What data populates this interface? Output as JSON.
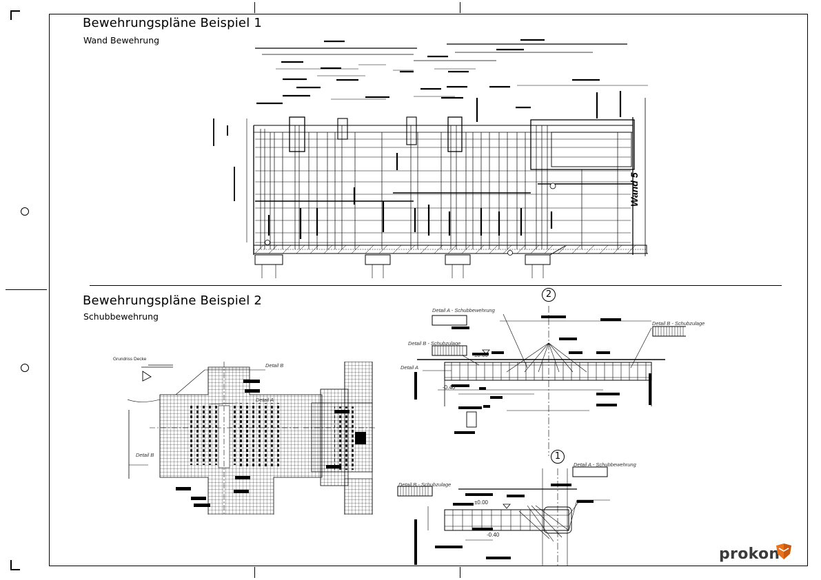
{
  "sheet": {
    "example1": {
      "title": "Bewehrungspläne Beispiel 1",
      "subtitle": "Wand Bewehrung"
    },
    "example2": {
      "title": "Bewehrungspläne Beispiel 2",
      "subtitle": "Schubbewehrung"
    }
  },
  "drawing1": {
    "wall_label": "Wand 5"
  },
  "drawing2": {
    "plan_title": "Grundriss Decke",
    "detail_b_top": "Detail B",
    "detail_a_plan": "Detail A",
    "detail_b_left": "Detail B",
    "detail_a_schub_top": "Detail A - Schubbewehrung",
    "detail_b_schub_top": "Detail B - Schubzulage",
    "detail_b_schub_right": "Detail B - Schubzulage",
    "detail_a_section": "Detail A",
    "axis_2": "2",
    "axis_1": "1",
    "detail_a_schub_bottom": "Detail A - Schubbewehrung",
    "detail_b_schub_bottom": "Detail B - Schubzulage",
    "level_top": "±0.00",
    "level_low": "-0.40",
    "level_top_2": "±0.00",
    "level_low_2": "-0.40"
  },
  "brand": {
    "logo_text": "prokon",
    "accent": "#e8731a",
    "accent_dark": "#c85a10"
  }
}
